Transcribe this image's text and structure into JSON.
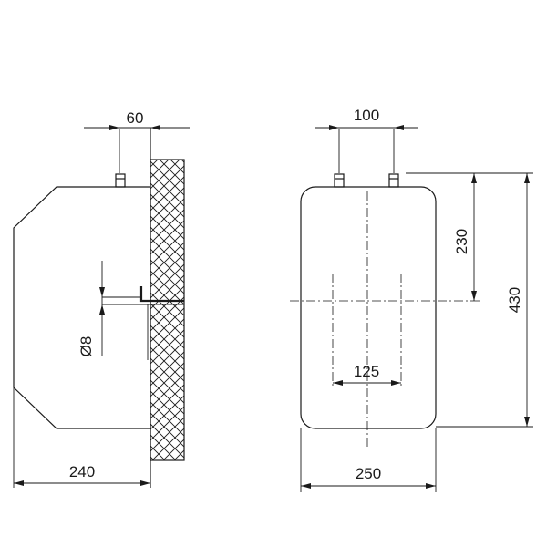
{
  "dimensions": {
    "side_depth": "240",
    "side_offset": "60",
    "side_hole": "Ø8",
    "front_width": "250",
    "front_pipe_spacing": "100",
    "front_height": "430",
    "front_mount_height": "230",
    "front_mount_spacing": "125"
  },
  "colors": {
    "line": "#1a1a1a",
    "background": "#ffffff"
  }
}
